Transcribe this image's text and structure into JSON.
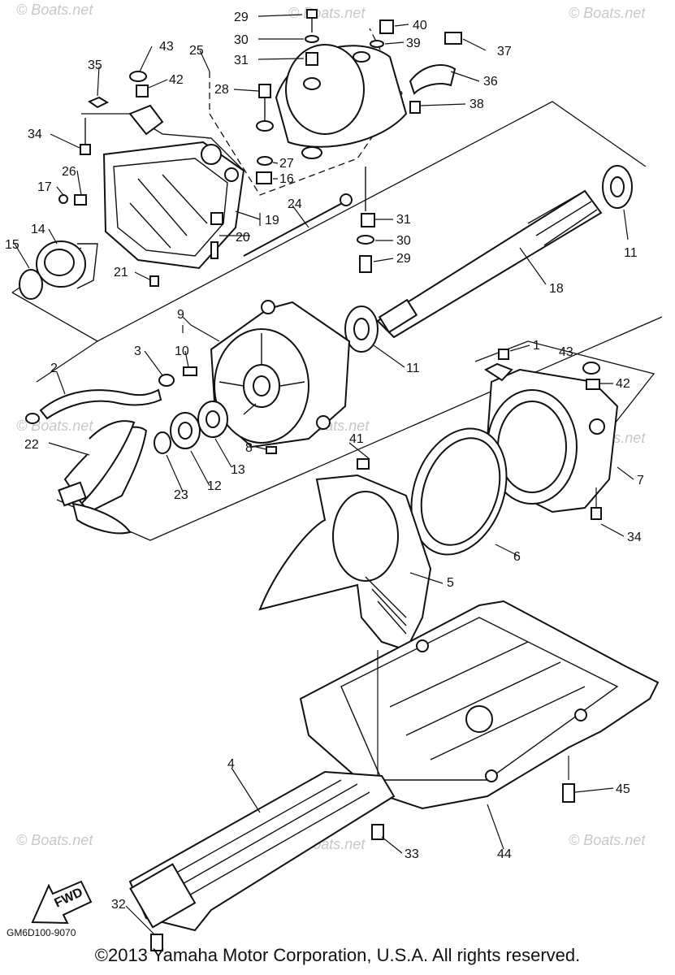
{
  "watermark": "© Boats.net",
  "diagram_code": "GM6D100-9070",
  "copyright": "©2013 Yamaha Motor Corporation, U.S.A. All rights reserved.",
  "fwd_label": "FWD",
  "callouts": [
    "29",
    "40",
    "30",
    "39",
    "43",
    "37",
    "25",
    "31",
    "35",
    "42",
    "36",
    "28",
    "38",
    "34",
    "27",
    "26",
    "16",
    "24",
    "17",
    "19",
    "31",
    "14",
    "20",
    "30",
    "11",
    "15",
    "29",
    "21",
    "18",
    "9",
    "1",
    "43",
    "3",
    "10",
    "11",
    "42",
    "2",
    "41",
    "7",
    "8",
    "22",
    "13",
    "23",
    "12",
    "34",
    "6",
    "5",
    "4",
    "45",
    "33",
    "44",
    "32"
  ]
}
